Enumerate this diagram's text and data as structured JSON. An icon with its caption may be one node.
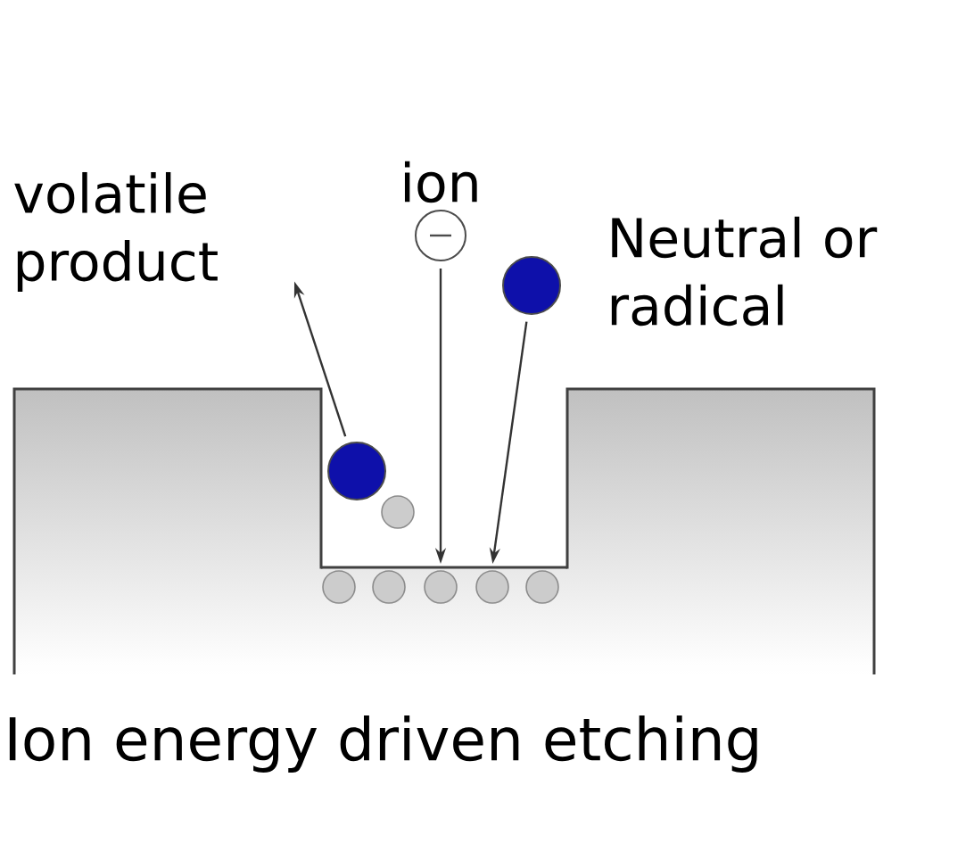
{
  "diagram": {
    "caption": "Ion energy driven etching",
    "nodes": [
      {
        "text": [
          "volatile product"
        ]
      },
      {
        "text": [],
        "shape": "circle"
      },
      {
        "text": [],
        "shape": "circle"
      },
      {
        "text": [],
        "shape": "circle"
      },
      {
        "text": [],
        "shape": "bar"
      }
    ],
    "edges": [
      {
        "from": 3,
        "to": 0,
        "arrow": "to"
      },
      {
        "from": 1,
        "to": 4,
        "arrow": "to"
      },
      {
        "from": 2,
        "to": 4,
        "arrow": "to"
      }
    ],
    "labels": [
      "ion",
      "Neutral or radical"
    ]
  }
}
